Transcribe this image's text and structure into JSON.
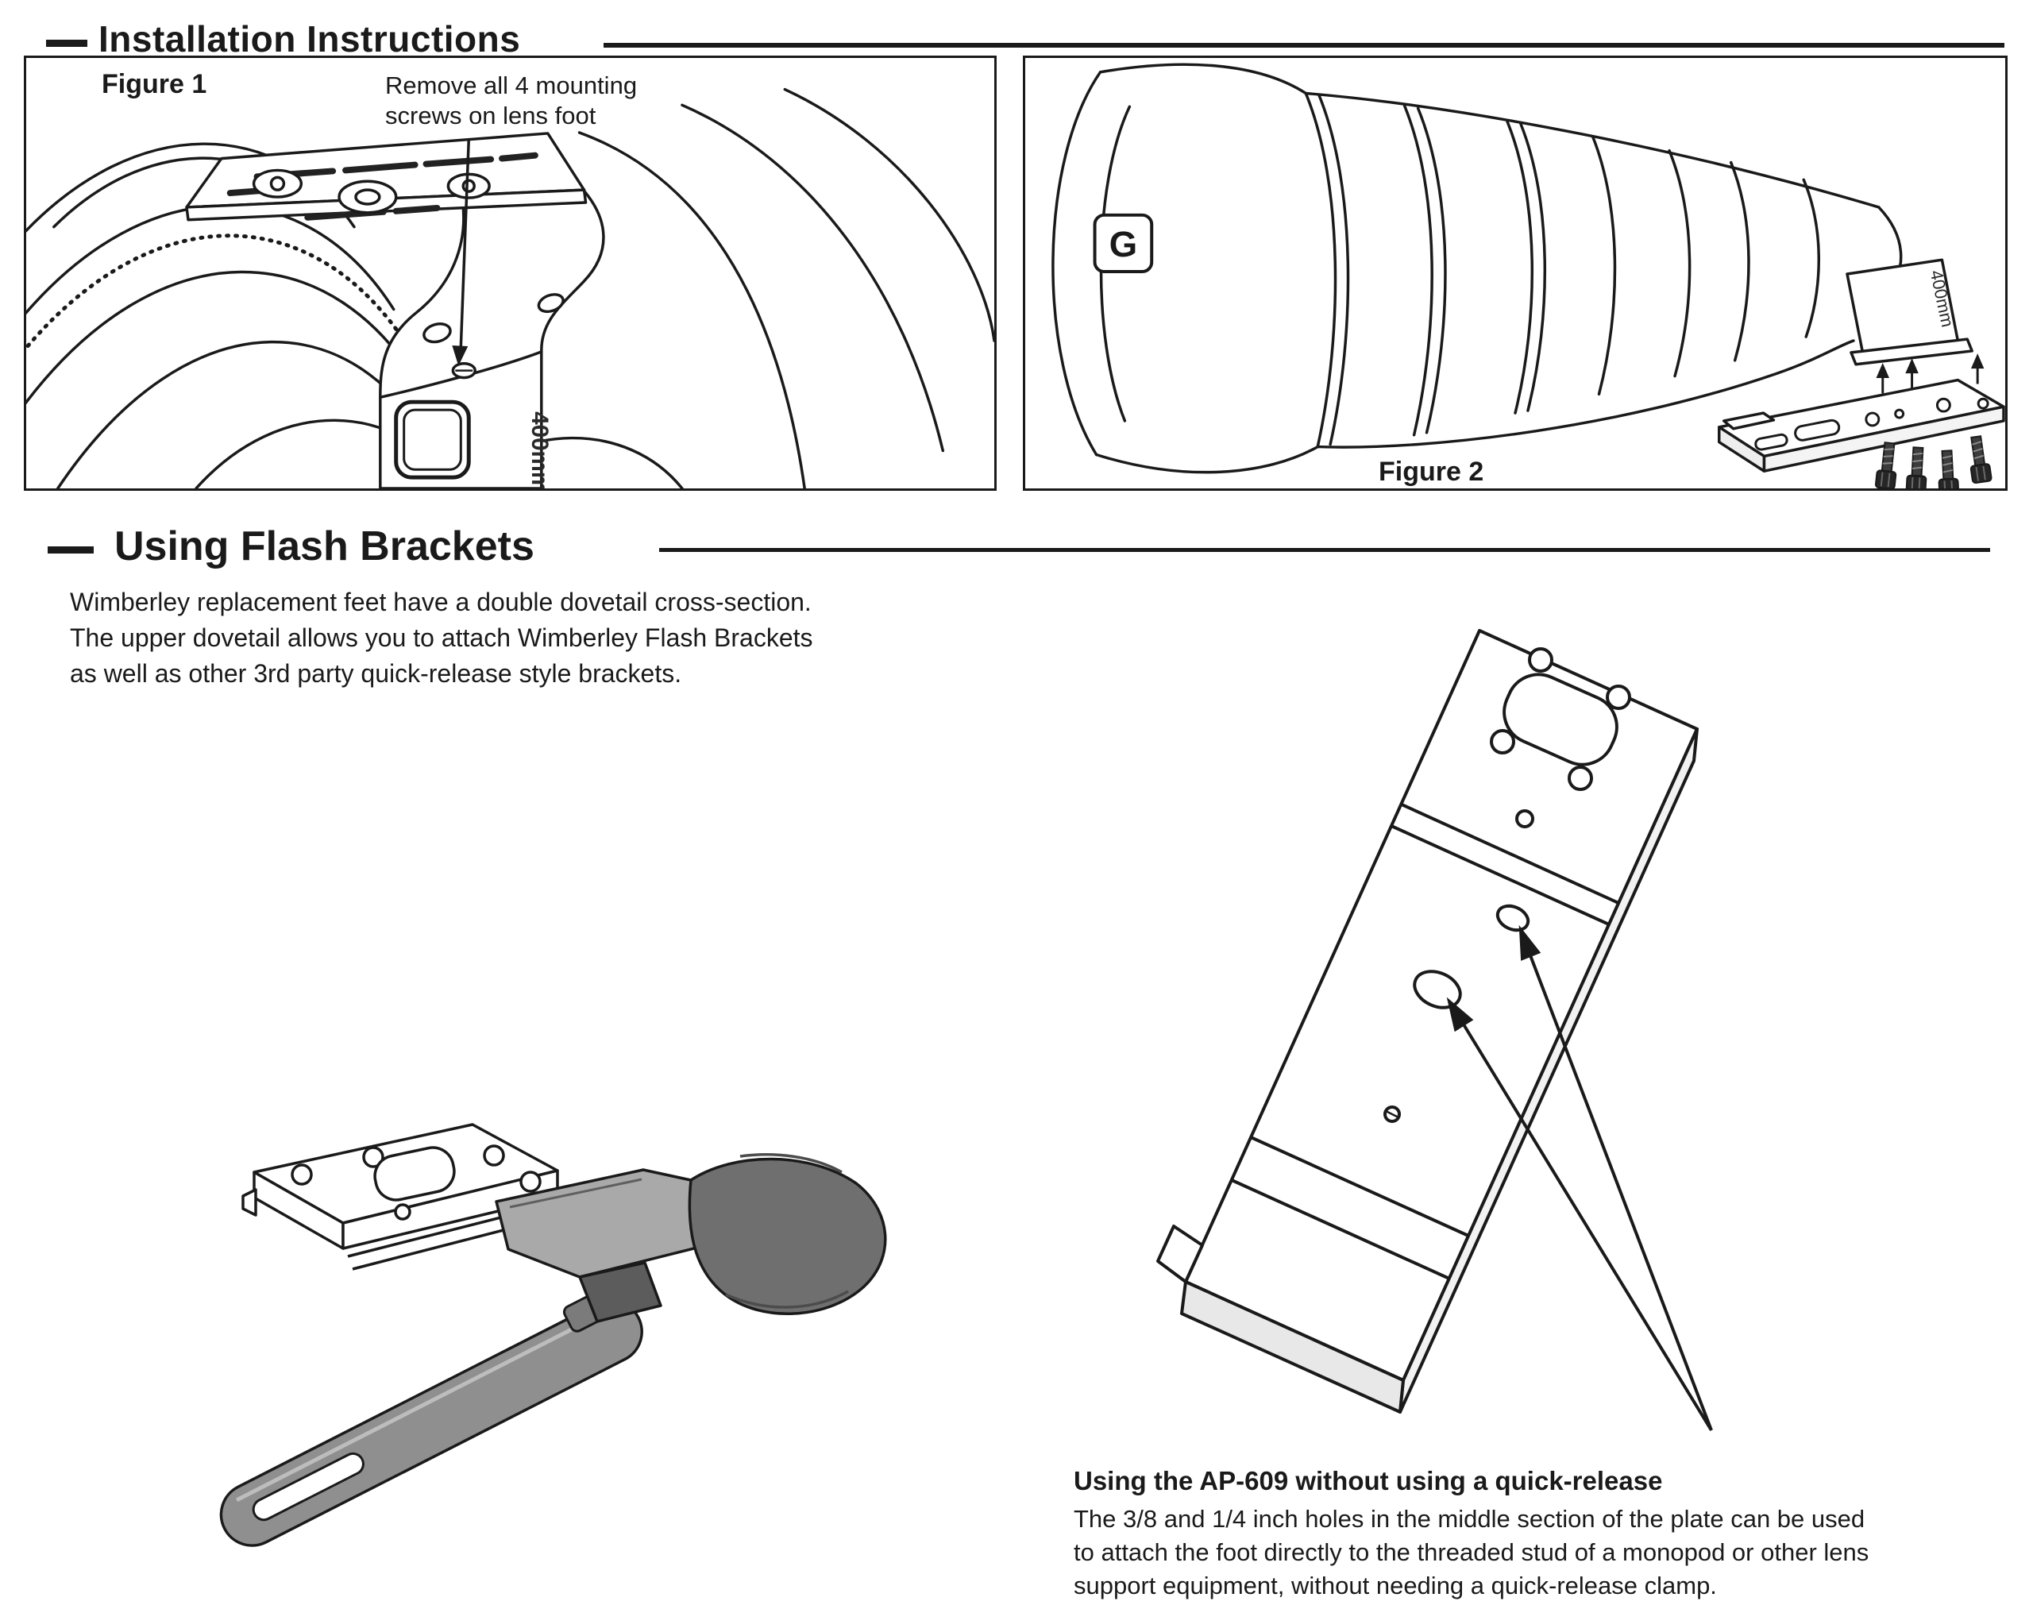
{
  "header": {
    "title": "Installation Instructions"
  },
  "figure1": {
    "label": "Figure 1",
    "callout": "Remove all 4 mounting\nscrews on lens foot",
    "lens_marking": "400mm"
  },
  "figure2": {
    "label": "Figure 2",
    "lens_badge": "G",
    "lens_marking": "400mm"
  },
  "flash_section": {
    "title": "Using Flash Brackets",
    "paragraph": "Wimberley replacement feet have a double dovetail cross-section.\nThe upper dovetail allows you to attach Wimberley Flash Brackets\nas well as other 3rd party quick-release style brackets."
  },
  "ap609": {
    "heading": "Using the AP-609 without using a quick-release",
    "body": "The 3/8 and 1/4 inch holes in the middle section of the plate can be used\nto attach the foot directly to the threaded stud of a monopod or other lens\nsupport equipment, without needing a quick-release clamp."
  },
  "colors": {
    "ink": "#1a1a1a",
    "bracket_gray": "#8f8f8f",
    "bracket_dark": "#6f6f6f"
  }
}
